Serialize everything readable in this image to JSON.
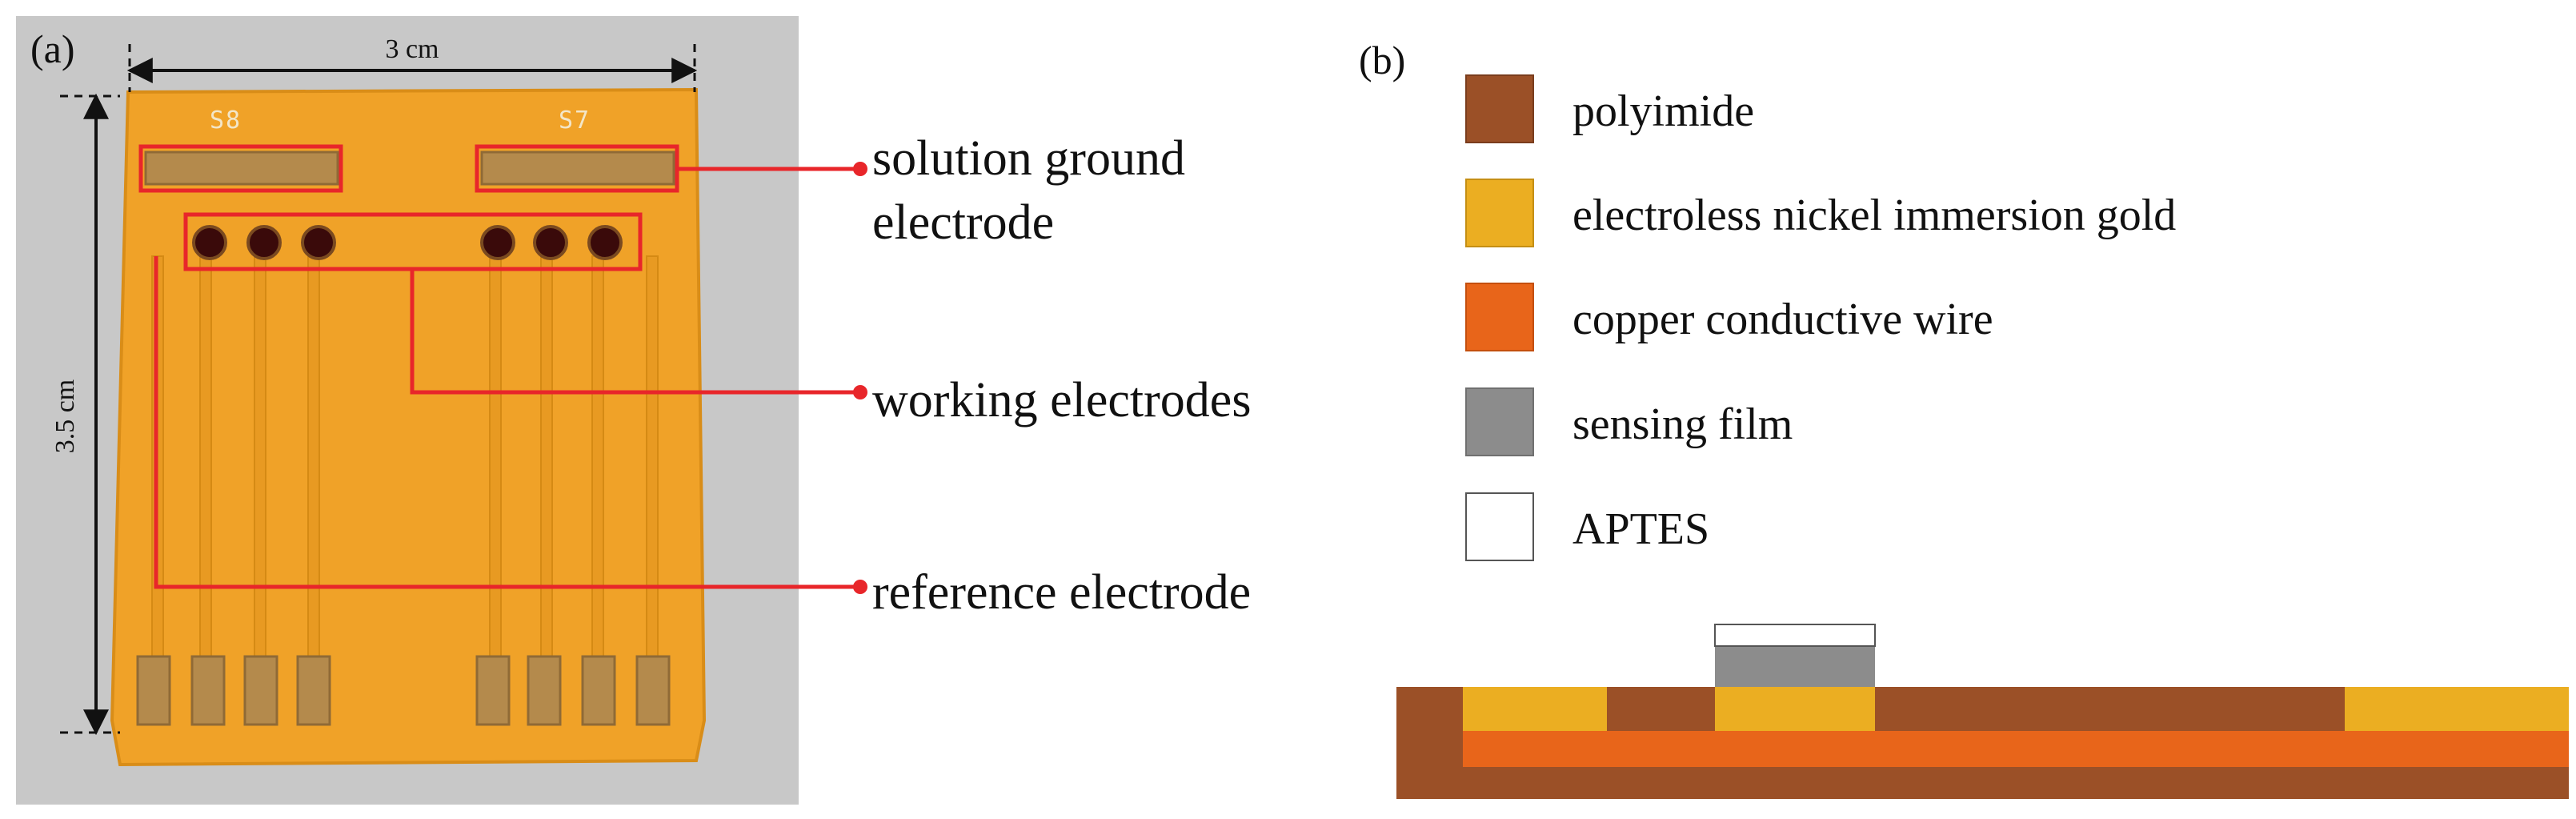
{
  "panel_a": {
    "label": "(a)",
    "width_dim": "3 cm",
    "height_dim": "3.5 cm",
    "sensor_labels": [
      "S8",
      "S7"
    ],
    "callouts": {
      "ground_line1": "solution ground",
      "ground_line2": "electrode",
      "working": "working electrodes",
      "reference": "reference electrode"
    },
    "colors": {
      "photo_background": "#c8c8c8",
      "substrate": "#f0a228",
      "gold": "#b48a4c",
      "callout_red": "#e8262a"
    }
  },
  "panel_b": {
    "label": "(b)",
    "legend": [
      {
        "label": "polyimide",
        "color": "#9b5027"
      },
      {
        "label": "electroless nickel immersion gold",
        "color": "#ebae22"
      },
      {
        "label": "copper conductive wire",
        "color": "#e8651a"
      },
      {
        "label": "sensing film",
        "color": "#8c8c8c"
      },
      {
        "label": "APTES",
        "color": "#ffffff"
      }
    ]
  }
}
